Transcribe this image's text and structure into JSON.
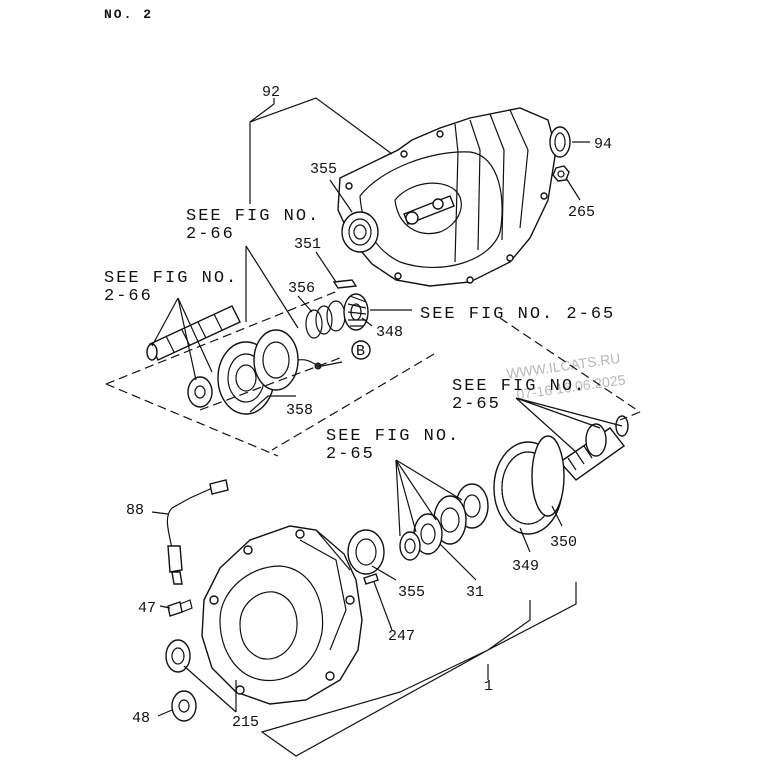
{
  "header": {
    "title": "NO. 2"
  },
  "watermark": {
    "line1": "WWW.ILCATS.RU",
    "line2": "07-16 16.06.2025"
  },
  "callouts": {
    "p92": "92",
    "p94": "94",
    "p265": "265",
    "p355_top": "355",
    "p351": "351",
    "p356": "356",
    "p348": "348",
    "p358": "358",
    "p_b": "B",
    "p88": "88",
    "p47": "47",
    "p48": "48",
    "p215": "215",
    "p247": "247",
    "p355_bottom": "355",
    "p31": "31",
    "p349": "349",
    "p350": "350",
    "p1": "1"
  },
  "references": {
    "see_266_a_line1": "SEE FIG NO.",
    "see_266_a_line2": "2-66",
    "see_266_b_line1": "SEE FIG NO.",
    "see_266_b_line2": "2-66",
    "see_265_a": "SEE FIG NO. 2-65",
    "see_265_b_line1": "SEE FIG NO.",
    "see_265_b_line2": "2-65",
    "see_265_c_line1": "SEE FIG NO.",
    "see_265_c_line2": "2-65"
  }
}
